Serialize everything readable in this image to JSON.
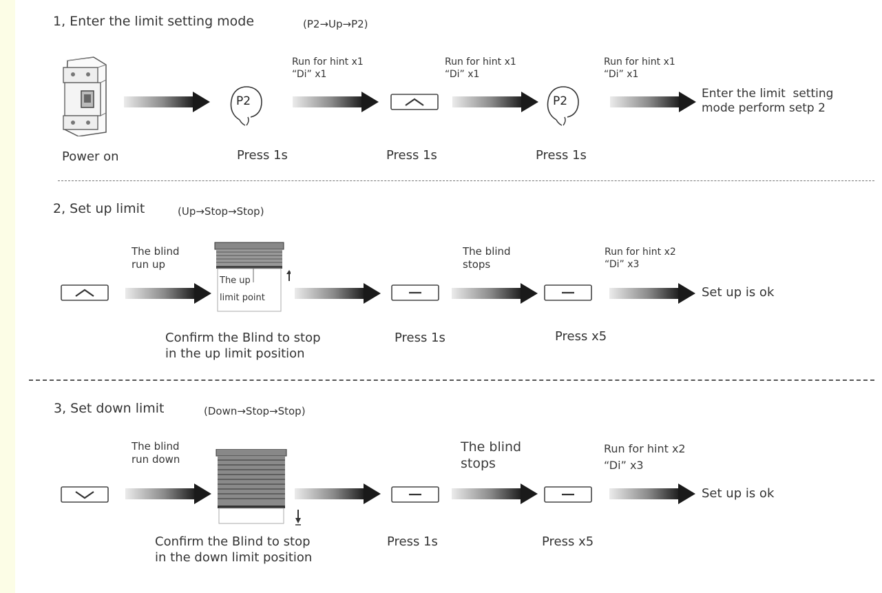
{
  "steps": [
    {
      "title": "1, Enter the limit setting mode",
      "sequence": "(P2→Up→P2)",
      "hints": [
        "Run for hint x1\n“Di” x1",
        "Run for hint x1\n“Di” x1",
        "Run for hint x1\n“Di” x1"
      ],
      "key_label": "P2",
      "press_labels": [
        "Power on",
        "Press 1s",
        "Press 1s",
        "Press 1s"
      ],
      "result": "Enter the limit  setting\nmode perform setp 2"
    },
    {
      "title": "2, Set up limit",
      "sequence": "(Up→Stop→Stop)",
      "hints": [
        "The blind\nrun up",
        "The blind\nstops",
        "Run for hint x2\n“Di” x3"
      ],
      "blind_label": "The up\nlimit point",
      "confirm": "Confirm the Blind to stop\nin the up limit position",
      "press_labels": [
        "Press 1s",
        "Press x5"
      ],
      "result": "Set up is ok"
    },
    {
      "title": "3, Set down limit",
      "sequence": "(Down→Stop→Stop)",
      "hints": [
        "The blind\nrun down",
        "The blind\nstops",
        "Run for hint x2\n“Di” x3"
      ],
      "confirm": "Confirm the Blind to stop\nin the down limit position",
      "press_labels": [
        "Press 1s",
        "Press x5"
      ],
      "result": "Set up is ok"
    }
  ],
  "icons": {
    "arrow": "gradient-right-arrow",
    "up_button": "chevron-up-button",
    "down_button": "chevron-down-button",
    "stop_button": "stop-button",
    "breaker": "din-rail-breaker-icon",
    "finger_key": "finger-press-icon",
    "blind": "roller-blind-icon"
  },
  "colors": {
    "background": "#fcfde6",
    "arrow_dark": "#1e1e1e",
    "arrow_light": "#e6e6e6",
    "text": "#333333"
  }
}
